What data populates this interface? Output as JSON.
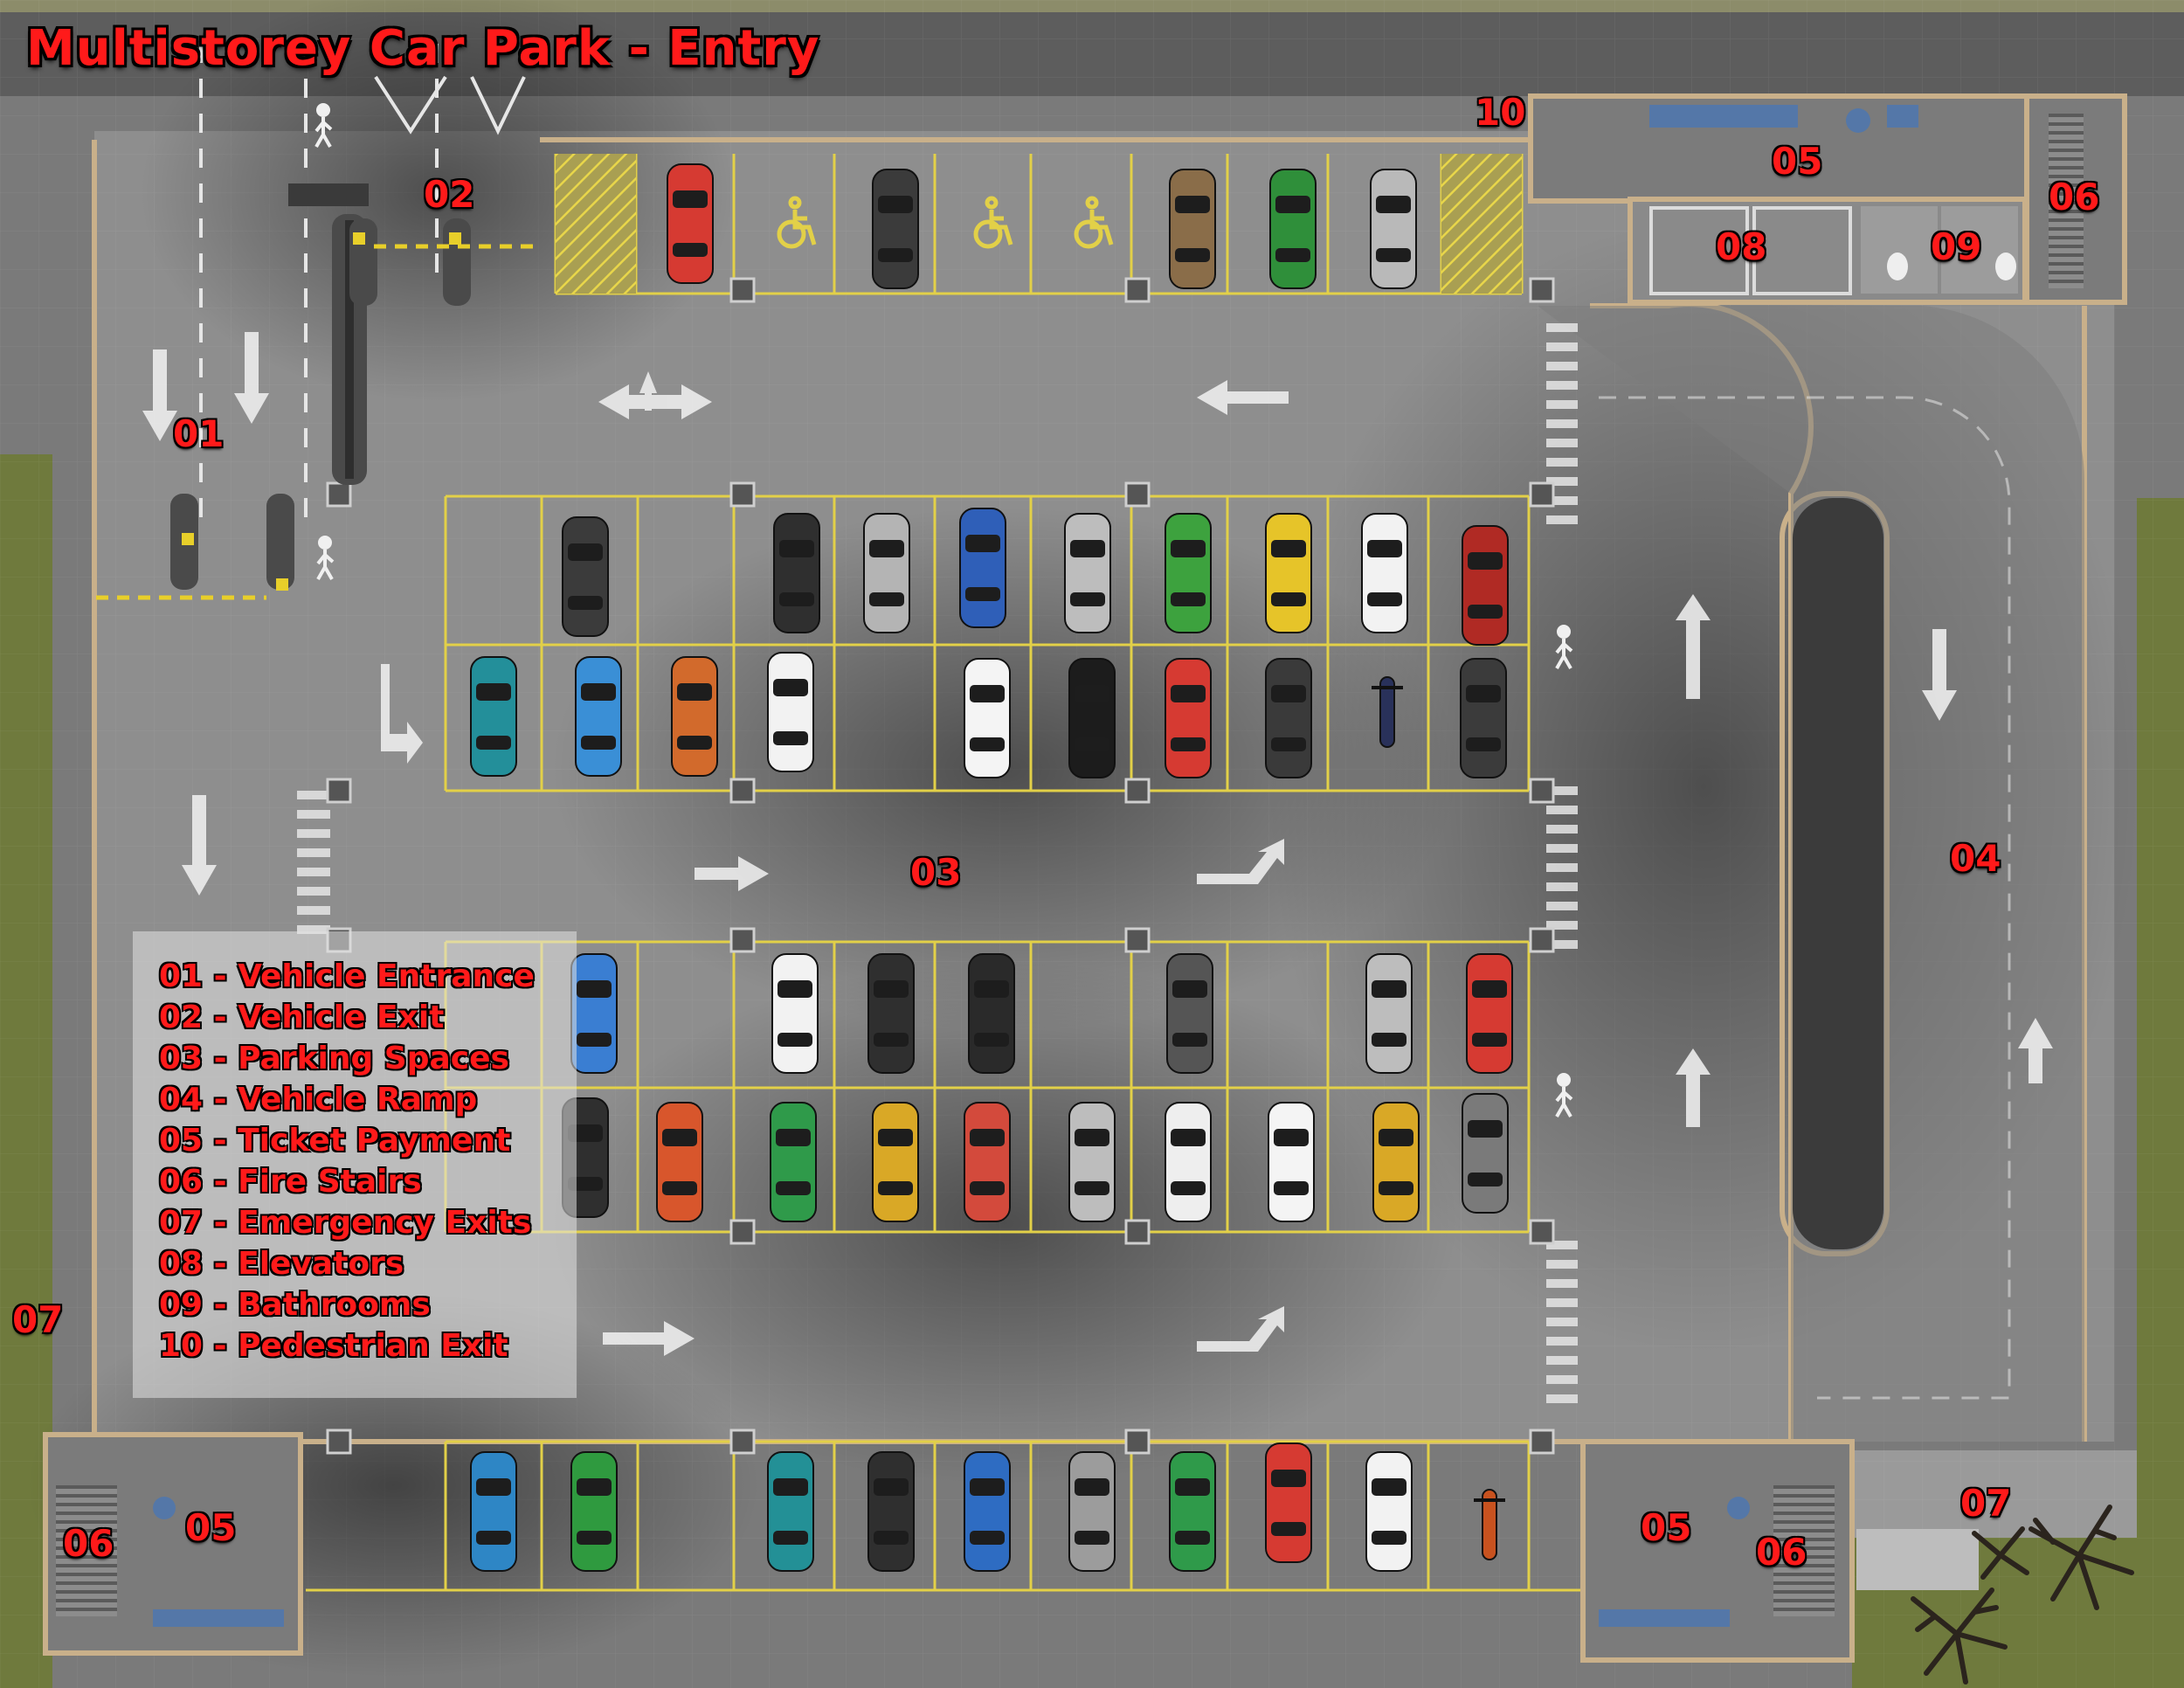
{
  "title": "Multistorey Car Park - Entry",
  "legend": [
    "01 - Vehicle Entrance",
    "02 - Vehicle Exit",
    "03 - Parking Spaces",
    "04 - Vehicle Ramp",
    "05 - Ticket Payment",
    "06 - Fire Stairs",
    "07 - Emergency Exits",
    "08 - Elevators",
    "09 - Bathrooms",
    "10 - Pedestrian Exit"
  ],
  "area_labels": {
    "a01": "01",
    "a02": "02",
    "a03": "03",
    "a04": "04",
    "a05": "05",
    "a06": "06",
    "a07": "07",
    "a08": "08",
    "a09": "09",
    "a10": "10"
  },
  "colors": {
    "label_red": "#ff1a1a",
    "asphalt": "#8e8e8e",
    "line_yellow": "#e2d048",
    "grass": "#6f7a3d",
    "wall": "#c9b08a"
  }
}
